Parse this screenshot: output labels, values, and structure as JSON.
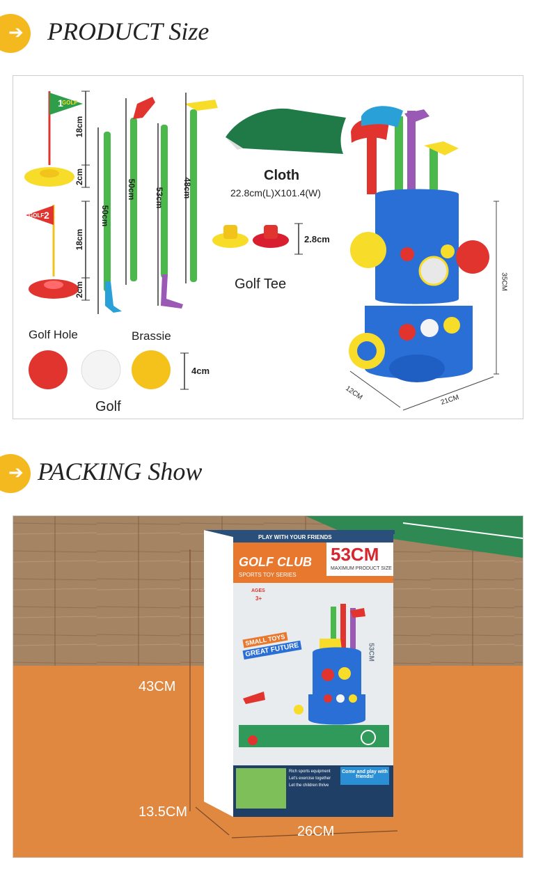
{
  "sections": {
    "product_title": "PRODUCT Size",
    "packing_title": "PACKING Show",
    "arrow": "➔"
  },
  "product": {
    "flag1_height": "18cm",
    "flag1_base": "2cm",
    "flag2_height": "18cm",
    "flag2_base": "2cm",
    "golf_hole_label": "Golf Hole",
    "club1_length": "50cm",
    "club2_length": "50cm",
    "club3_length": "53cm",
    "club4_length": "48cm",
    "brassie_label": "Brassie",
    "cloth_label": "Cloth",
    "cloth_dims": "22.8cm(L)X101.4(W)",
    "tee_height": "2.8cm",
    "tee_label": "Golf Tee",
    "ball_size": "4cm",
    "golf_label": "Golf",
    "cart_height": "35CM",
    "cart_depth": "12CM",
    "cart_width": "21CM",
    "flag1_number": "1",
    "flag2_number": "2",
    "flag_text": "GOLF"
  },
  "packing": {
    "box_brand": "GOLF CLUB",
    "box_series": "SPORTS TOY SERIES",
    "box_size": "53CM",
    "box_size_caption": "MAXIMUM PRODUCT SIZE",
    "box_top_text": "PLAY WITH YOUR FRIENDS",
    "ages_label": "AGES",
    "ages_value": "3+",
    "slogan1": "SMALL TOYS",
    "slogan2": "GREAT FUTURE",
    "box_side_size": "53CM",
    "bullet1": "Rich sports equipment",
    "bullet2": "Let's exercise together",
    "bullet3": "Let the children thrive",
    "cta": "Come and play with friends!",
    "height_dim": "43CM",
    "depth_dim": "13.5CM",
    "width_dim": "26CM"
  },
  "colors": {
    "accent": "#f5b920",
    "floor_wood": "#a58463",
    "floor_orange": "#e08840",
    "box_orange": "#e8782e",
    "toy_blue": "#2a6fd6"
  }
}
